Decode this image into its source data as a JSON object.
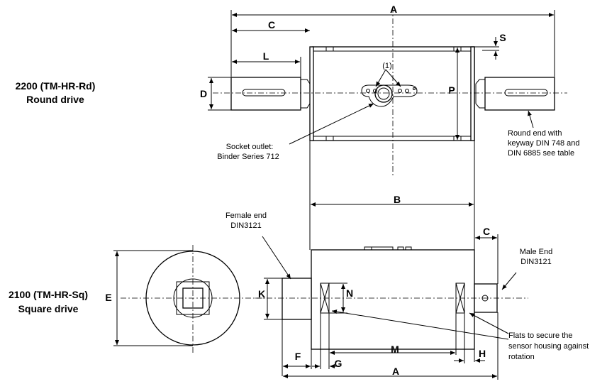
{
  "variants": {
    "round": {
      "model": "2200 (TM-HR-Rd)",
      "drive": "Round drive"
    },
    "square": {
      "model": "2100 (TM-HR-Sq)",
      "drive": "Square drive"
    }
  },
  "dimensions": {
    "A_top": "A",
    "C_top": "C",
    "L": "L",
    "S": "S",
    "D": "D",
    "P": "P",
    "B": "B",
    "C_bottom": "C",
    "E": "E",
    "K": "K",
    "N": "N",
    "F": "F",
    "G": "G",
    "M": "M",
    "H": "H",
    "A_bottom": "A"
  },
  "callouts": {
    "item1": "(1)",
    "socket_line1": "Socket outlet:",
    "socket_line2": "Binder Series 712",
    "roundend_line1": "Round end with",
    "roundend_line2": "keyway  DIN 748 and",
    "roundend_line3": "DIN 6885 see table",
    "female_line1": "Female end",
    "female_line2": "DIN3121",
    "male_line1": "Male End",
    "male_line2": "DIN3121",
    "flats_line1": "Flats to secure the",
    "flats_line2": "sensor housing against",
    "flats_line3": "rotation"
  }
}
